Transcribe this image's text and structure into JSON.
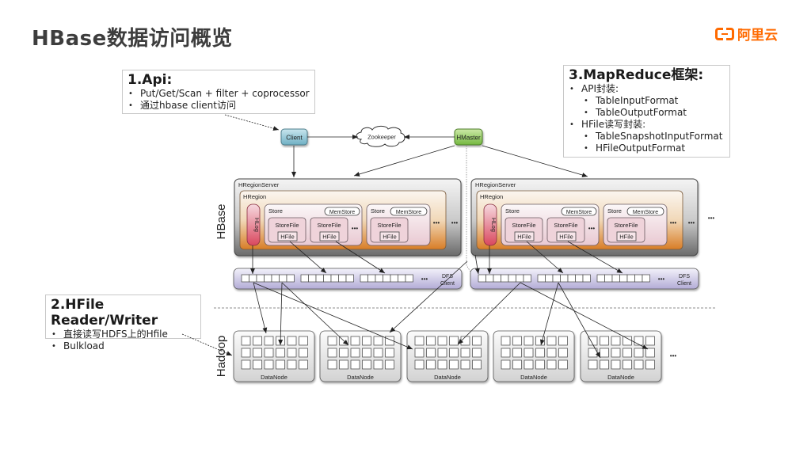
{
  "page": {
    "title": "HBase数据访问概览",
    "logo_text": "阿里云",
    "brand_color": "#ff6a00"
  },
  "notes": {
    "api": {
      "heading": "1.Api:",
      "items": [
        "Put/Get/Scan + filter + coprocessor",
        "通过hbase client访问"
      ]
    },
    "hfile": {
      "heading": "2.HFile Reader/Writer",
      "items": [
        "直接读写HDFS上的Hfile",
        "Bulkload"
      ]
    },
    "mapreduce": {
      "heading": "3.MapReduce框架:",
      "items": [
        {
          "text": "API封装:",
          "level": 1
        },
        {
          "text": "TableInputFormat",
          "level": 2
        },
        {
          "text": "TableOutputFormat",
          "level": 2
        },
        {
          "text": "HFile读写封装:",
          "level": 1
        },
        {
          "text": "TableSnapshotInputFormat",
          "level": 2
        },
        {
          "text": "HFileOutputFormat",
          "level": 2
        }
      ]
    }
  },
  "diagram": {
    "client": "Client",
    "zookeeper": "Zookeeper",
    "hmaster": "HMaster",
    "layer_hbase": "HBase",
    "layer_hadoop": "Hadoop",
    "region_server": "HRegionServer",
    "region": "HRegion",
    "hlog": "HLog",
    "store": "Store",
    "memstore": "MemStore",
    "storefile": "StoreFile",
    "hfile": "HFile",
    "ellipsis": "•••",
    "dfs_client_line1": "DFS",
    "dfs_client_line2": "Client",
    "datanode": "DataNode",
    "datanode_count_shown": 5
  }
}
